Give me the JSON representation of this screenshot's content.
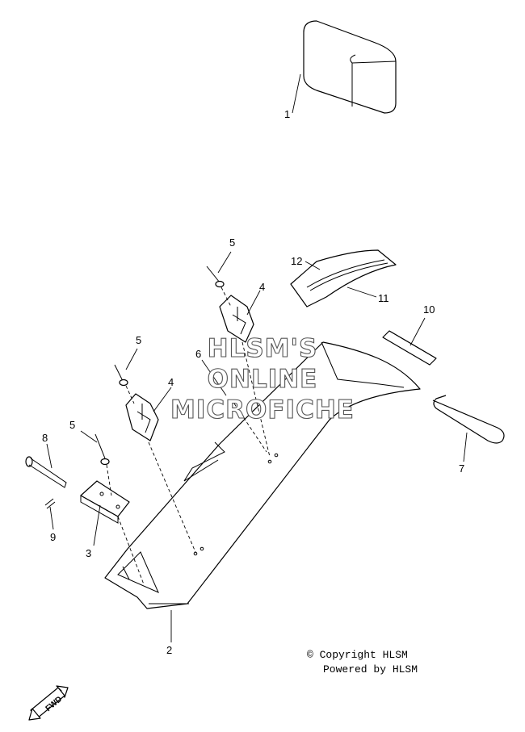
{
  "callouts": {
    "c1": "1",
    "c2": "2",
    "c3": "3",
    "c4a": "4",
    "c4b": "4",
    "c5a": "5",
    "c5b": "5",
    "c5c": "5",
    "c6": "6",
    "c7": "7",
    "c8": "8",
    "c9": "9",
    "c10": "10",
    "c11": "11",
    "c12": "12"
  },
  "watermark": {
    "line1": "HLSM'S",
    "line2": "ONLINE",
    "line3": "MICROFICHE"
  },
  "copyright": {
    "line1": "© Copyright HLSM",
    "line2": "Powered by HLSM"
  },
  "fwd_label": "FWD"
}
